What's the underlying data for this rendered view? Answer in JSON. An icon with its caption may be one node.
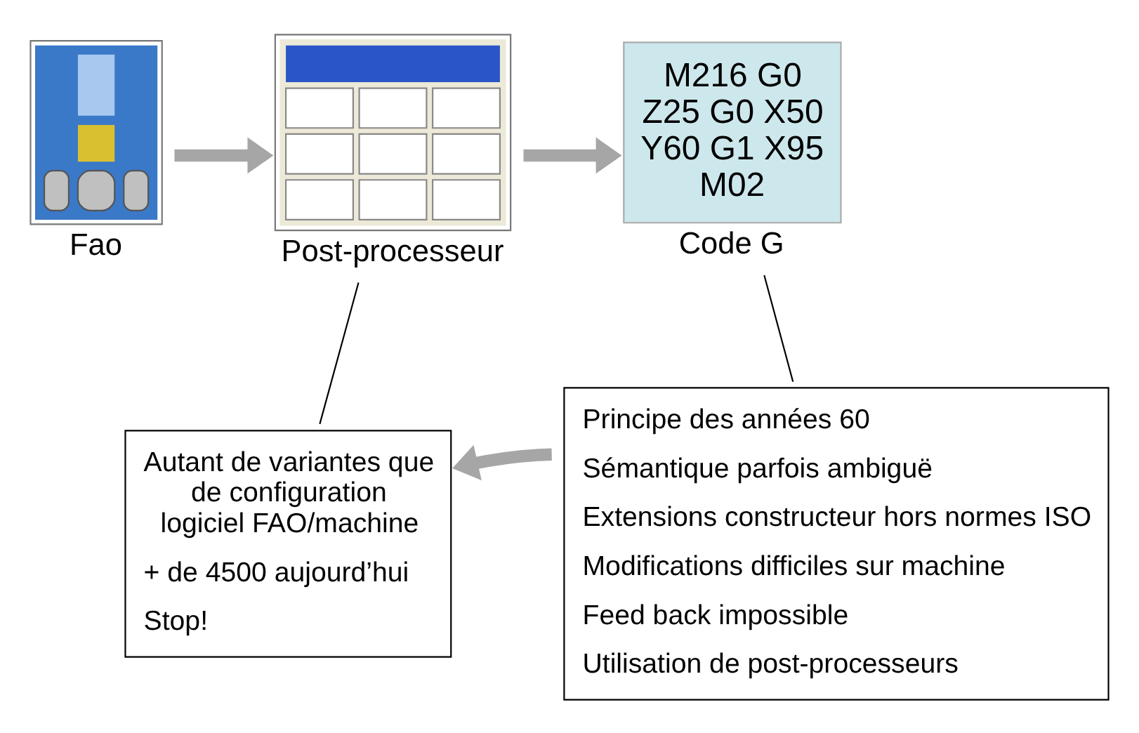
{
  "diagram": {
    "nodes": [
      {
        "text": [],
        "shape": "picture",
        "beside": [
          "Fao"
        ]
      },
      {
        "text": [],
        "shape": "picture",
        "beside": [
          "Post-processeur"
        ]
      },
      {
        "text": [
          "M216 G0 Z25 G0 X50 Y60 G1 X95 M02"
        ],
        "beside": [
          "Code G"
        ]
      },
      {
        "text": [
          "Autant de variantes que de configuration logiciel FAO/machine",
          "+ de 4500 aujourd’hui",
          "Stop!"
        ]
      },
      {
        "text": [
          "Principe des années 60",
          "Sémantique parfois ambiguë",
          "Extensions constructeur hors normes ISO",
          "Modifications difficiles sur machine",
          "Feed back impossible",
          "Utilisation de post-processeurs"
        ]
      }
    ],
    "edges": [
      {
        "from": 0,
        "to": 1,
        "arrow": "to"
      },
      {
        "from": 1,
        "to": 2,
        "arrow": "to"
      },
      {
        "from": 1,
        "to": 3,
        "arrow": "none",
        "color": "#000000"
      },
      {
        "from": 2,
        "to": 4,
        "arrow": "none",
        "color": "#000000"
      },
      {
        "from": 4,
        "to": 3,
        "arrow": "to"
      }
    ]
  }
}
